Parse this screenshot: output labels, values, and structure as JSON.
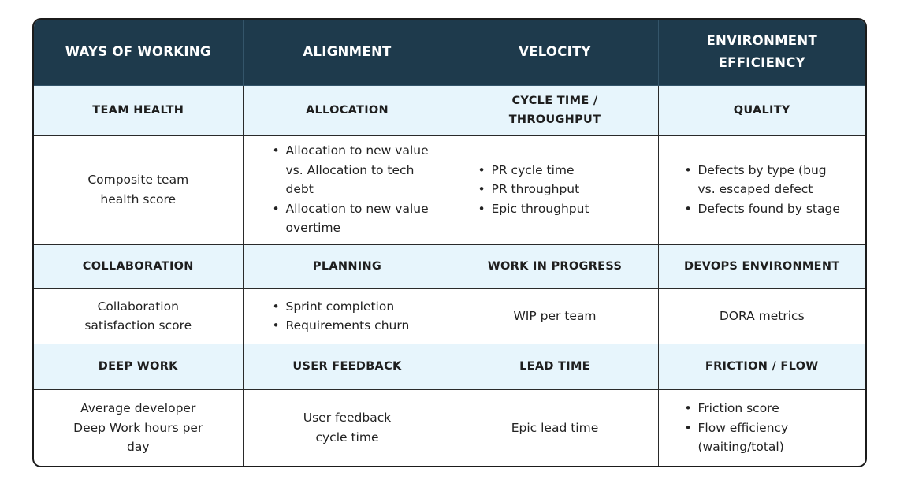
{
  "columns": [
    {
      "title": "WAYS OF WORKING"
    },
    {
      "title": "ALIGNMENT"
    },
    {
      "title": "VELOCITY"
    },
    {
      "title": "ENVIRONMENT EFFICIENCY"
    }
  ],
  "rows": [
    {
      "subheads": [
        "TEAM HEALTH",
        "ALLOCATION",
        "CYCLE TIME / THROUGHPUT",
        "QUALITY"
      ],
      "cells": [
        {
          "text": "Composite team health score"
        },
        {
          "items": [
            "Allocation to new value vs. Allocation to tech debt",
            "Allocation to new value overtime"
          ]
        },
        {
          "items": [
            "PR cycle time",
            "PR throughput",
            "Epic throughput"
          ]
        },
        {
          "items": [
            "Defects by type (bug vs. escaped defect",
            "Defects found by stage"
          ]
        }
      ]
    },
    {
      "subheads": [
        "COLLABORATION",
        "PLANNING",
        "WORK IN PROGRESS",
        "DEVOPS ENVIRONMENT"
      ],
      "cells": [
        {
          "text": "Collaboration satisfaction score"
        },
        {
          "items": [
            "Sprint completion",
            "Requirements churn"
          ]
        },
        {
          "text": "WIP per team"
        },
        {
          "text": "DORA metrics"
        }
      ]
    },
    {
      "subheads": [
        "DEEP WORK",
        "USER FEEDBACK",
        "LEAD TIME",
        "FRICTION / FLOW"
      ],
      "cells": [
        {
          "text": "Average developer Deep Work hours per day"
        },
        {
          "text": "User feedback cycle time"
        },
        {
          "text": "Epic lead time"
        },
        {
          "items": [
            "Friction score",
            "Flow efficiency (waiting/total)"
          ]
        }
      ]
    }
  ]
}
